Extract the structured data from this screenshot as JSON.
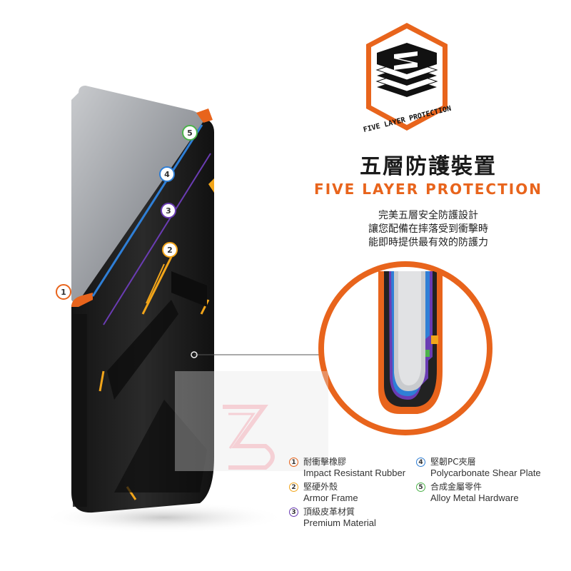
{
  "logo": {
    "caption": "FIVE LAYER PROTECTION"
  },
  "heading": {
    "title_cn": "五層防護裝置",
    "title_en": "FIVE LAYER PROTECTION"
  },
  "description": {
    "line1": "完美五層安全防護設計",
    "line2": "讓您配備在摔落受到衝擊時",
    "line3": "能即時提供最有效的防護力"
  },
  "callouts": [
    "1",
    "2",
    "3",
    "4",
    "5"
  ],
  "legend": [
    {
      "num": "1",
      "cn": "耐衝擊橡膠",
      "en": "Impact Resistant Rubber",
      "color": "#e8641c"
    },
    {
      "num": "2",
      "cn": "堅硬外殼",
      "en": "Armor Frame",
      "color": "#f2a51a"
    },
    {
      "num": "3",
      "cn": "頂級皮革材質",
      "en": "Premium Material",
      "color": "#6a3cb3"
    },
    {
      "num": "4",
      "cn": "堅韌PC夾層",
      "en": "Polycarbonate Shear Plate",
      "color": "#2f7fd6"
    },
    {
      "num": "5",
      "cn": "合成金屬零件",
      "en": "Alloy Metal Hardware",
      "color": "#4cb34a"
    }
  ],
  "colors": {
    "accent_orange": "#e8641c",
    "case_black": "#1b1b1b",
    "screen_gray": "#9a9da2"
  }
}
